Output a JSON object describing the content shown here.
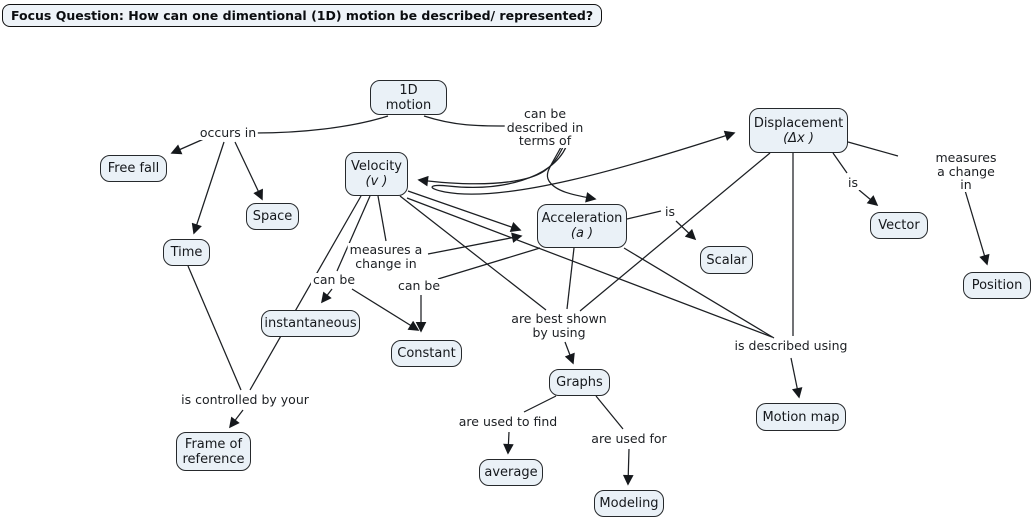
{
  "focus_question": "Focus Question: How can one dimentional (1D) motion be described/ represented?",
  "nodes": {
    "motion_1d": {
      "label": "1D motion"
    },
    "free_fall": {
      "label": "Free fall"
    },
    "space": {
      "label": "Space"
    },
    "time": {
      "label": "Time"
    },
    "velocity": {
      "label": "Velocity",
      "sub": "(v )"
    },
    "acceleration": {
      "label": "Acceleration",
      "sub": "(a )"
    },
    "displacement": {
      "label": "Displacement",
      "sub": "(Δx )"
    },
    "vector": {
      "label": "Vector"
    },
    "scalar": {
      "label": "Scalar"
    },
    "position": {
      "label": "Position"
    },
    "instantaneous": {
      "label": "instantaneous"
    },
    "constant": {
      "label": "Constant"
    },
    "graphs": {
      "label": "Graphs"
    },
    "motion_map": {
      "label": "Motion map"
    },
    "frame_of_reference": {
      "label": "Frame of\nreference"
    },
    "average": {
      "label": "average"
    },
    "modeling": {
      "label": "Modeling"
    }
  },
  "edge_labels": {
    "occurs_in": "occurs in",
    "can_be_described": "can be\ndescribed in\nterms of",
    "measures_change_left": "measures a\nchange in",
    "can_be_left": "can be",
    "can_be_right": "can be",
    "is_accel": "is",
    "is_disp": "is",
    "measures_change_right": "measures a change in",
    "are_best_shown": "are best shown\nby using",
    "is_described_using": "is described using",
    "is_controlled": "is controlled by your",
    "are_used_to_find": "are used to find",
    "are_used_for": "are used for"
  },
  "colors": {
    "node_fill": "#eaf1f7",
    "node_border": "#26292c",
    "line": "#1c1f23",
    "text": "#15181c",
    "background": "#ffffff"
  }
}
